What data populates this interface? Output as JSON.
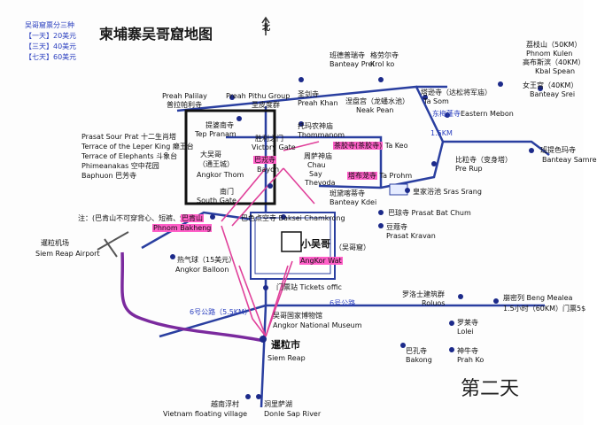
{
  "map": {
    "title": "柬埔寨吴哥窟地图",
    "north_label": "北",
    "ticket_info": [
      "吴哥窟票分三种",
      "【一天】20美元",
      "【三天】40美元",
      "【七天】60美元"
    ],
    "places": {
      "banteay_prei": [
        "班德普瑞寺",
        "Banteay Prei"
      ],
      "krol_ko": [
        "格劳尔寺",
        "Krol ko"
      ],
      "kbal_spean": [
        "荔枝山（50KM）",
        "Phnom Kulen",
        "高布斯滨（40KM）",
        "Kbal Spean"
      ],
      "banteay_srei": [
        "女王宫（40KM）",
        "Banteay Srei"
      ],
      "preah_palilay": [
        "Preah Palilay",
        "普拉帕利寺"
      ],
      "preah_pithu": [
        "Preah Pithu Group",
        "圣皮度群"
      ],
      "preah_khan": [
        "圣剑寺",
        "Preah Khan"
      ],
      "neak_pean": [
        "涅盘宫（龙蟠水池）",
        "Neak Pean"
      ],
      "ta_som": [
        "塔逊寺（达松将军庙）",
        "Ta Som"
      ],
      "eastern_mebon": [
        "东梅蓬寺",
        "Eastern Mebon"
      ],
      "tep_pranam": [
        "提婆南寺",
        "Tep Pranam"
      ],
      "victory_gate": [
        "胜利之门",
        "Victory Gate"
      ],
      "thommanom": [
        "托玛农神庙",
        "Thommanom"
      ],
      "ta_keo": [
        "茶胶寺(茶胶寺)",
        "Ta Keo"
      ],
      "left_list": [
        "Prasat Sour Prat 十二生肖塔",
        "Terrace of the Leper King 癞王台",
        "Terrace of Elephants 斗象台",
        "Phimeanakas 空中花园",
        "Baphuon 巴芳寺"
      ],
      "angkor_thom": [
        "大吴哥",
        "（通王城）",
        "Angkor Thom"
      ],
      "bayon": [
        "巴戎寺",
        "Bayon"
      ],
      "chau_say": [
        "周萨神庙",
        "Chau",
        "Say",
        "Thevoda"
      ],
      "ta_prohm": [
        "塔布茏寺",
        "Ta Prohm"
      ],
      "pre_rup": [
        "比粒寺（变身塔）",
        "Pre Rup"
      ],
      "banteay_samre": [
        "班提色玛寺",
        "Banteay Samre"
      ],
      "banteay_kdei": [
        "斑黛喀蒂寺",
        "Banteay Kdei"
      ],
      "sras_srang": [
        "皇家浴池",
        "Sras Srang"
      ],
      "bat_chum": [
        "巴琼寺",
        "Prasat Bat Chum"
      ],
      "kravan": [
        "豆蔻寺",
        "Prasat Kravan"
      ],
      "south_gate": [
        "南门",
        "South Gate"
      ],
      "baksei": [
        "巴色点空寺",
        "Baksei Chamkrong"
      ],
      "note": "注：(巴肯山不可穿背心、短裤、短裙)",
      "bakheng": [
        "巴肯山",
        "Phnom Bakheng"
      ],
      "angkor_wat": [
        "小吴哥",
        "（吴哥窟）",
        "AngKor Wat"
      ],
      "airport": [
        "暹粒机场",
        "Siem Reap Airport"
      ],
      "balloon": [
        "热气球（15美元）",
        "Angkor Balloon"
      ],
      "tickets_office": [
        "门票站",
        "Tickets offic"
      ],
      "museum": [
        "吴哥国家博物馆",
        "Angkor National Museum"
      ],
      "road6_left": "6号公路（5.5KM）",
      "road6_right": "6号公路",
      "roluos": [
        "罗洛士建筑群",
        "Roluos"
      ],
      "beng_mealea": [
        "崩密列",
        "Beng Mealea",
        "1.5小时（60KM）门票5$"
      ],
      "lolei": [
        "罗莱寺",
        "Lolei"
      ],
      "bakong": [
        "巴孔寺",
        "Bakong"
      ],
      "prah_ko": [
        "神牛寺",
        "Prah Ko"
      ],
      "siem_reap": [
        "暹粒市",
        "Siem Reap"
      ],
      "floating_village": [
        "越南浮村",
        "Vietnam floating village"
      ],
      "tonle_sap": [
        "洞里萨湖",
        "Donle Sap River"
      ],
      "road_dist": "1.5KM",
      "handwriting": "第二天"
    },
    "colors": {
      "road": "#2a3fa0",
      "highlight": "#ff5fc8",
      "route": "#7b2a9e",
      "pin": "#1c2a8a"
    }
  }
}
